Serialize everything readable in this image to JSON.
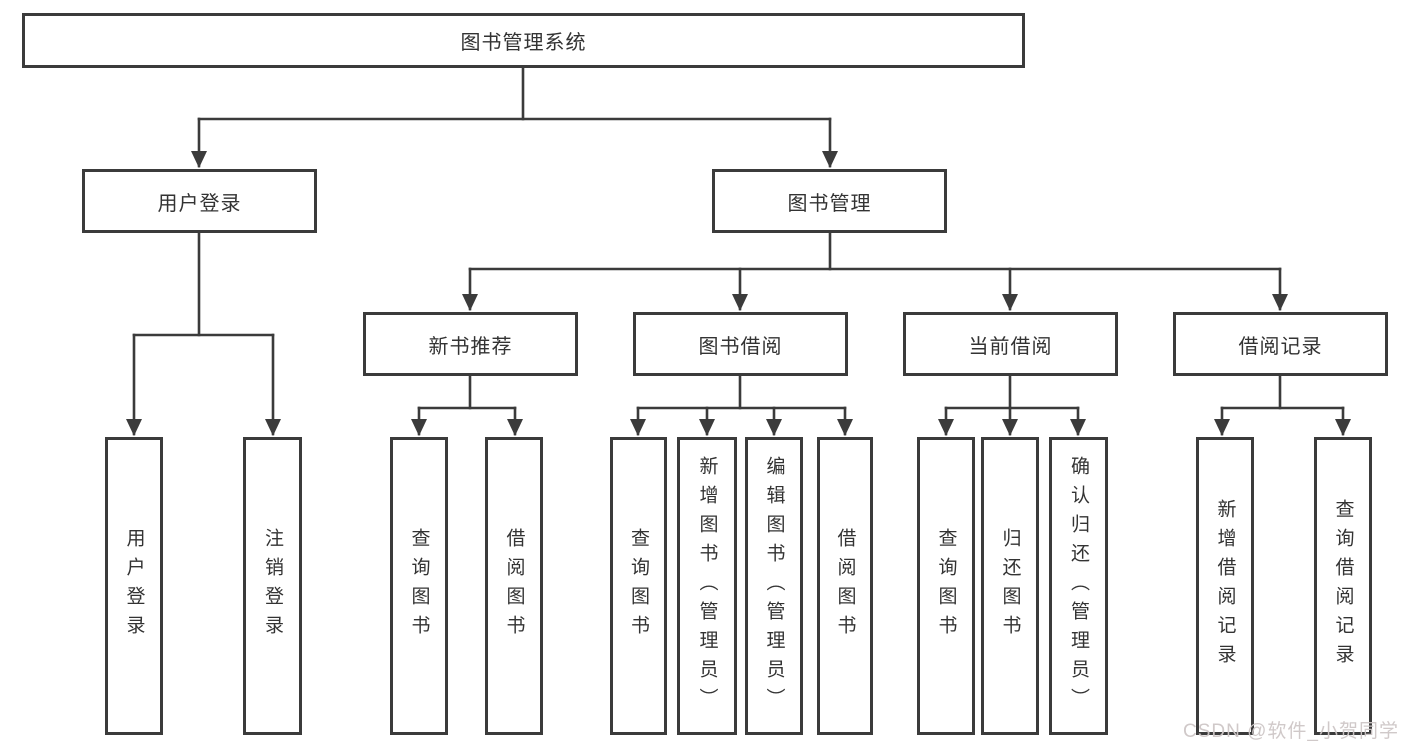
{
  "diagram": {
    "root": "图书管理系统",
    "login": {
      "label": "用户登录",
      "children": [
        "用户登录",
        "注销登录"
      ]
    },
    "management": {
      "label": "图书管理",
      "sections": [
        {
          "label": "新书推荐",
          "children": [
            "查询图书",
            "借阅图书"
          ]
        },
        {
          "label": "图书借阅",
          "children": [
            "查询图书",
            "新增图书（管理员）",
            "编辑图书（管理员）",
            "借阅图书"
          ]
        },
        {
          "label": "当前借阅",
          "children": [
            "查询图书",
            "归还图书",
            "确认归还（管理员）"
          ]
        },
        {
          "label": "借阅记录",
          "children": [
            "新增借阅记录",
            "查询借阅记录"
          ]
        }
      ]
    },
    "watermark": "CSDN @软件_小贺同学",
    "colors": {
      "line": "#3b3b3b",
      "box_border": "#3b3b3b",
      "text": "#333333",
      "background": "#ffffff",
      "watermark": "#cdc6c6"
    }
  }
}
